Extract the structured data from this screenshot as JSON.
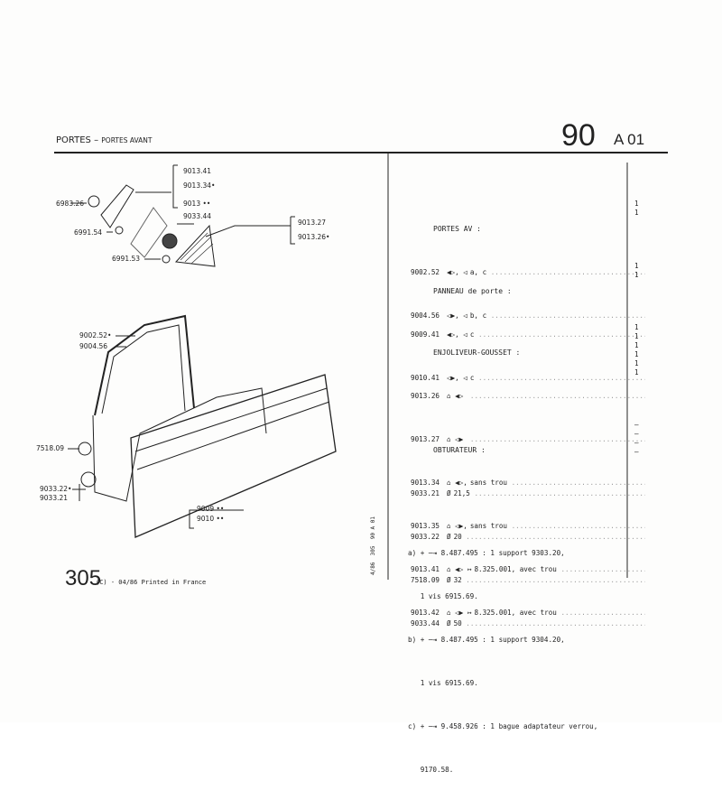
{
  "header": {
    "title": "PORTES",
    "dash": "–",
    "subtitle": "PORTES AVANT",
    "group": "90",
    "page": "A 01"
  },
  "diagram_labels": {
    "l6983": "6983.26",
    "l6991_54": "6991.54",
    "l6991_53": "6991.53",
    "l9013_41": "9013.41",
    "l9013_34": "9013.34•",
    "l9013": "9013 ••",
    "l9033_44": "9033.44",
    "l9013_27": "9013.27",
    "l9013_26": "9013.26•",
    "l9002": "9002.52•",
    "l9004": "9004.56",
    "l7518": "7518.09",
    "l9033_22": "9033.22•",
    "l9033_21": "9033.21",
    "l9009": "9009 ••",
    "l9010": "9010 ••"
  },
  "sections": [
    {
      "title": "PORTES AV :",
      "rows": [
        {
          "ref": "9002.52",
          "sym": "◀▷, ◁",
          "desc": "a, c",
          "qty": "1"
        },
        {
          "ref": "9004.56",
          "sym": "◁▶, ◁",
          "desc": "b, c",
          "qty": "1"
        }
      ]
    },
    {
      "title": "PANNEAU de porte :",
      "rows": [
        {
          "ref": "9009.41",
          "sym": "◀▷, ◁",
          "desc": "c",
          "qty": "1"
        },
        {
          "ref": "9010.41",
          "sym": "◁▶, ◁",
          "desc": "c",
          "qty": "1"
        }
      ]
    },
    {
      "title": "ENJOLIVEUR-GOUSSET :",
      "rows": [
        {
          "ref": "9013.26",
          "sym": "⌂ ◀▷",
          "desc": "",
          "qty": "1"
        },
        {
          "ref": "9013.27",
          "sym": "⌂ ◁▶",
          "desc": "",
          "qty": "1"
        },
        {
          "ref": "9013.34",
          "sym": "⌂ ◀▷,",
          "desc": "sans trou",
          "qty": "1"
        },
        {
          "ref": "9013.35",
          "sym": "⌂ ◁▶,",
          "desc": "sans trou",
          "qty": "1"
        },
        {
          "ref": "9013.41",
          "sym": "⌂ ◀▷ ↦",
          "desc": "8.325.001, avec trou",
          "qty": "1"
        },
        {
          "ref": "9013.42",
          "sym": "⌂ ◁▶ ↦",
          "desc": "8.325.001, avec trou",
          "qty": "1"
        }
      ]
    },
    {
      "title": "OBTURATEUR :",
      "rows": [
        {
          "ref": "9033.21",
          "sym": "Ø",
          "desc": "21,5",
          "qty": "–"
        },
        {
          "ref": "9033.22",
          "sym": "Ø",
          "desc": "20",
          "qty": "–"
        },
        {
          "ref": "7518.09",
          "sym": "Ø",
          "desc": "32",
          "qty": "–"
        },
        {
          "ref": "9033.44",
          "sym": "Ø",
          "desc": "50",
          "qty": "–"
        }
      ]
    }
  ],
  "notes": [
    "a) + ─⇥ 8.487.495 : 1 support 9303.20,",
    "   1 vis 6915.69.",
    "b) + ─⇥ 8.487.495 : 1 support 9304.20,",
    "   1 vis 6915.69.",
    "c) + ─⇥ 9.458.926 : 1 bague adaptateur verrou,",
    "   9170.58."
  ],
  "footer": {
    "model": "305",
    "printed": "(C) - 04/86 Printed in France",
    "side_code": "4/86  305  90 A 01"
  }
}
